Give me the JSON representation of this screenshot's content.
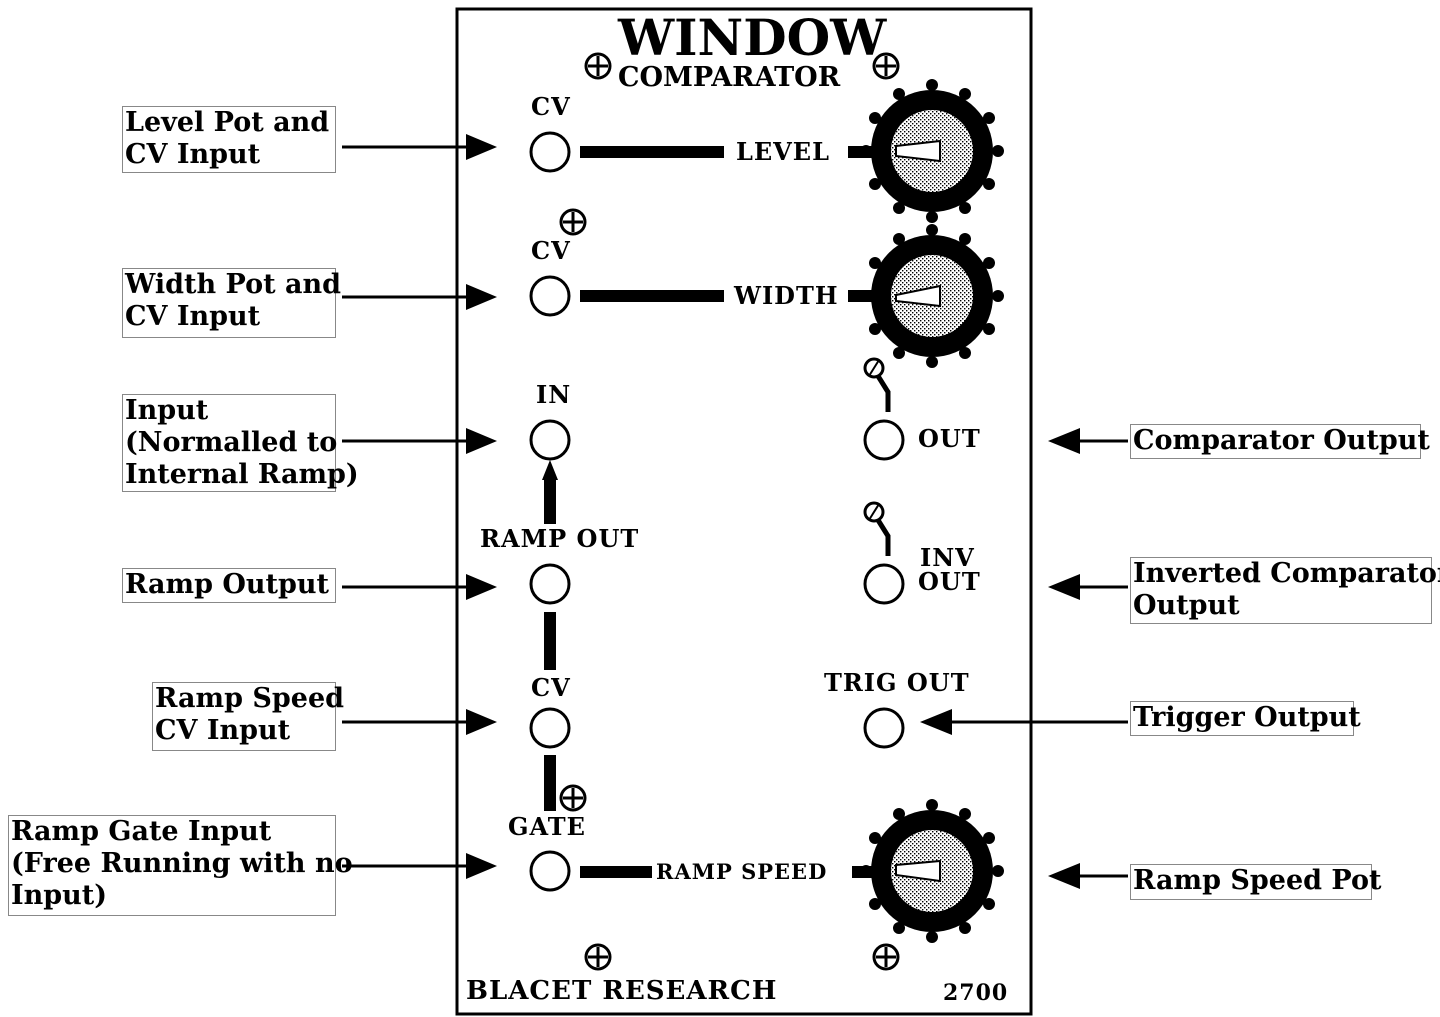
{
  "module": {
    "title": "WINDOW",
    "subtitle": "COMPARATOR",
    "brand": "BLACET RESEARCH",
    "model": "2700"
  },
  "panel_labels": {
    "cv_level": "CV",
    "level": "LEVEL",
    "cv_width": "CV",
    "width": "WIDTH",
    "in": "IN",
    "ramp_out": "RAMP OUT",
    "cv_ramp": "CV",
    "gate": "GATE",
    "ramp_speed": "RAMP SPEED",
    "out": "OUT",
    "inv_out_line1": "INV",
    "inv_out_line2": "OUT",
    "trig_out": "TRIG OUT"
  },
  "callouts": {
    "level": [
      "Level Pot and",
      "CV Input"
    ],
    "width": [
      "Width Pot and",
      "CV Input"
    ],
    "input": [
      "Input",
      "(Normalled to",
      "Internal Ramp)"
    ],
    "ramp_output": [
      "Ramp Output"
    ],
    "ramp_speed_cv": [
      "Ramp Speed",
      "CV Input"
    ],
    "ramp_gate": [
      "Ramp Gate Input",
      "(Free Running with no",
      "Input)"
    ],
    "comparator_output": [
      "Comparator Output"
    ],
    "inverted_output": [
      "Inverted Comparator",
      "Output"
    ],
    "trigger_output": [
      "Trigger Output"
    ],
    "ramp_speed_pot": [
      "Ramp Speed Pot"
    ]
  }
}
